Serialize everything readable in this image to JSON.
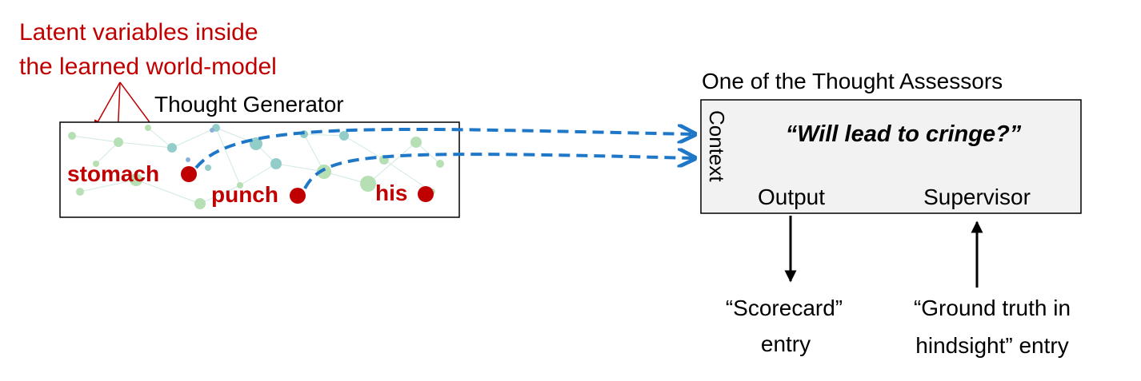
{
  "annotation": {
    "line1": "Latent variables inside",
    "line2": "the learned world-model"
  },
  "thought_generator": {
    "title": "Thought Generator",
    "words": [
      "stomach",
      "punch",
      "his"
    ]
  },
  "thought_assessor": {
    "title": "One of the Thought Assessors",
    "question": "“Will lead to cringe?”",
    "context_label": "Context",
    "output_label": "Output",
    "supervisor_label": "Supervisor"
  },
  "scorecard": {
    "line1": "“Scorecard”",
    "line2": "entry"
  },
  "ground_truth": {
    "line1": "“Ground truth in",
    "line2": "hindsight” entry"
  },
  "colors": {
    "annotation_red": "#c00000",
    "dot_red": "#c00000",
    "dashed_blue": "#1f77c8",
    "box_fill": "#f2f2f2",
    "network_green": "#7cc576",
    "network_teal": "#3aa6a0"
  }
}
